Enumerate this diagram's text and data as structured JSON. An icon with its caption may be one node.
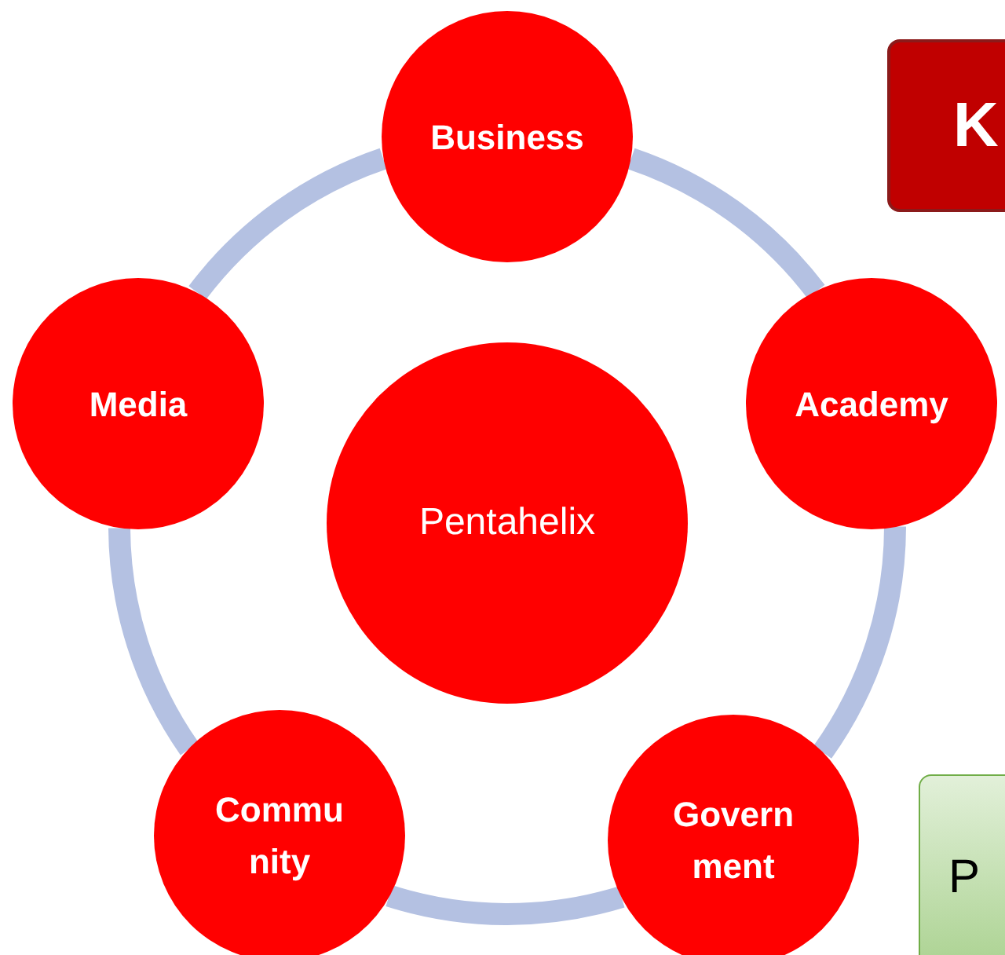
{
  "diagram": {
    "nodes": [
      {
        "text": [
          "Business"
        ]
      },
      {
        "text": [
          "Academy"
        ]
      },
      {
        "text": [
          "Govern ment"
        ]
      },
      {
        "text": [
          "Commu nity"
        ]
      },
      {
        "text": [
          "Media"
        ]
      },
      {
        "text": [
          "Pentahelix"
        ]
      },
      {
        "text": [
          "K"
        ]
      },
      {
        "text": [
          "P"
        ]
      }
    ],
    "edges": [
      {
        "from": 0,
        "to": 1,
        "arrow": "none"
      },
      {
        "from": 1,
        "to": 2,
        "arrow": "none"
      },
      {
        "from": 2,
        "to": 3,
        "arrow": "none"
      },
      {
        "from": 3,
        "to": 4,
        "arrow": "none"
      },
      {
        "from": 4,
        "to": 0,
        "arrow": "none"
      }
    ]
  }
}
